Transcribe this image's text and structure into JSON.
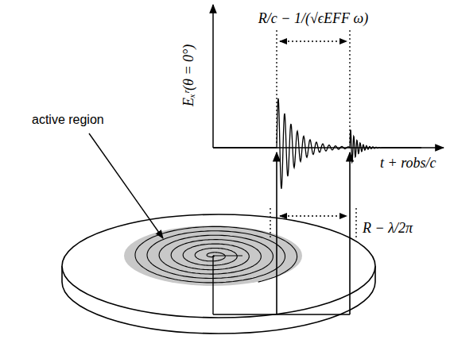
{
  "diagram": {
    "labels": [
      "R/c − 1/(√ϵEFF ω)",
      "Eₓʳ(θ = 0°)",
      "t + robs/c",
      "R − λ/2π",
      "active region"
    ]
  }
}
